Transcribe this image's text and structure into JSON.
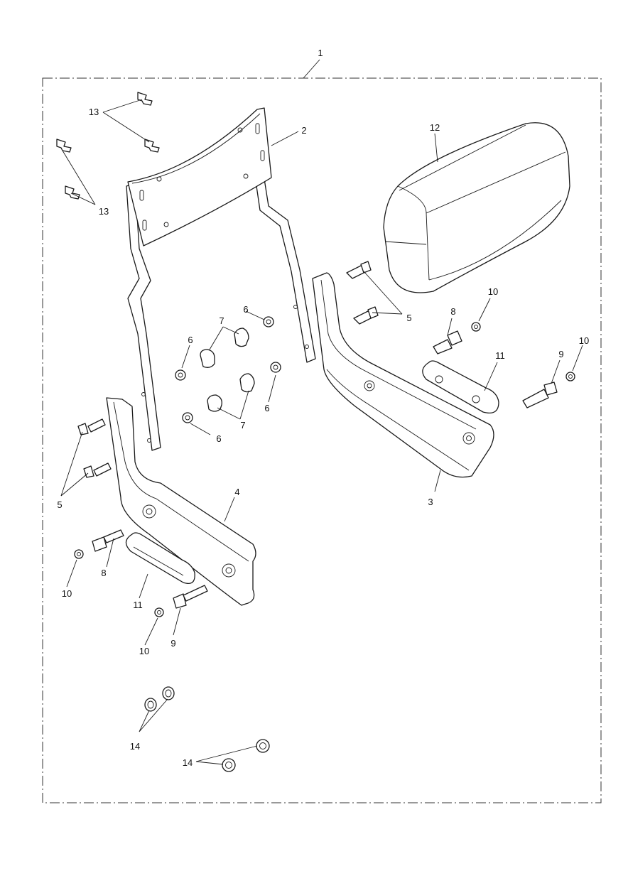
{
  "colors": {
    "line": "#1a1a1a",
    "background": "#ffffff"
  },
  "callouts": {
    "c1": "1",
    "c2": "2",
    "c3": "3",
    "c4": "4",
    "c5a": "5",
    "c5b": "5",
    "c6a": "6",
    "c6b": "6",
    "c6c": "6",
    "c6d": "6",
    "c7a": "7",
    "c7b": "7",
    "c8a": "8",
    "c8b": "8",
    "c9a": "9",
    "c9b": "9",
    "c10a": "10",
    "c10b": "10",
    "c10c": "10",
    "c10d": "10",
    "c11a": "11",
    "c11b": "11",
    "c12": "12",
    "c13a": "13",
    "c13b": "13",
    "c14a": "14",
    "c14b": "14"
  }
}
